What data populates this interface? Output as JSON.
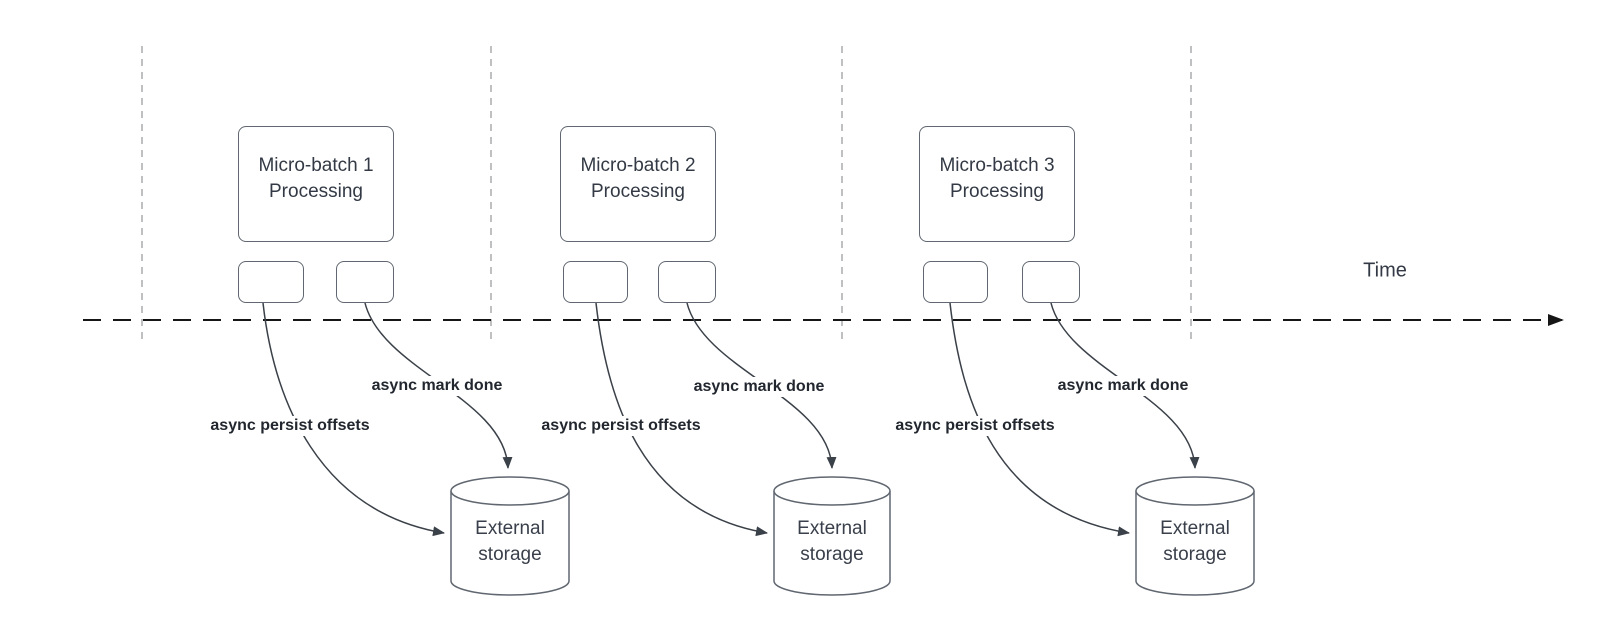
{
  "diagram": {
    "time_label": "Time",
    "groups": [
      {
        "box_line1": "Micro-batch 1",
        "box_line2": "Processing",
        "persist_label": "async persist offsets",
        "mark_label": "async mark done",
        "storage_line1": "External",
        "storage_line2": "storage"
      },
      {
        "box_line1": "Micro-batch 2",
        "box_line2": "Processing",
        "persist_label": "async persist offsets",
        "mark_label": "async mark done",
        "storage_line1": "External",
        "storage_line2": "storage"
      },
      {
        "box_line1": "Micro-batch 3",
        "box_line2": "Processing",
        "persist_label": "async persist offsets",
        "mark_label": "async mark done",
        "storage_line1": "External",
        "storage_line2": "storage"
      }
    ],
    "colors": {
      "background": "#ffffff",
      "shape_border": "#606770",
      "connector_stroke": "#3b4149",
      "timeline_stroke": "#161616",
      "lane_divider_stroke": "#a2a5a9",
      "shape_text": "#333a45",
      "connector_label_text": "#22272f"
    }
  }
}
